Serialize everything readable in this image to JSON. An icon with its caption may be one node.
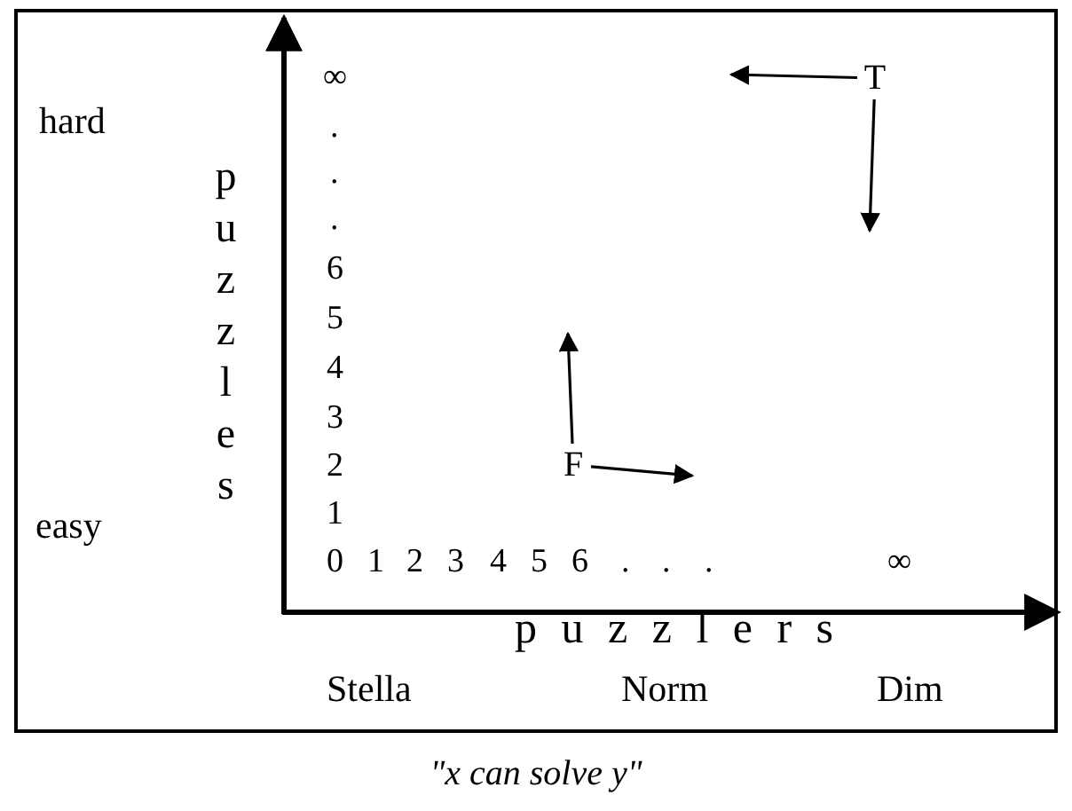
{
  "diagram": {
    "caption": "\"x can solve y\"",
    "nodes": [
      {
        "text": [
          "T"
        ]
      },
      {
        "text": [
          "F"
        ]
      }
    ],
    "edges": [
      {
        "from": 0,
        "to": null,
        "arrow": "to"
      },
      {
        "from": 0,
        "to": null,
        "arrow": "to"
      },
      {
        "from": 1,
        "to": null,
        "arrow": "to"
      },
      {
        "from": 1,
        "to": null,
        "arrow": "to"
      }
    ],
    "labels": [
      "hard",
      "puzzles",
      "∞",
      ".",
      ".",
      ".",
      "6",
      "5",
      "4",
      "3",
      "2",
      "1",
      "easy",
      "0",
      "1",
      "2",
      "3",
      "4",
      "5",
      "6",
      ".",
      ".",
      ".",
      "∞",
      "puzzlers",
      "Stella",
      "Norm",
      "Dim"
    ]
  }
}
